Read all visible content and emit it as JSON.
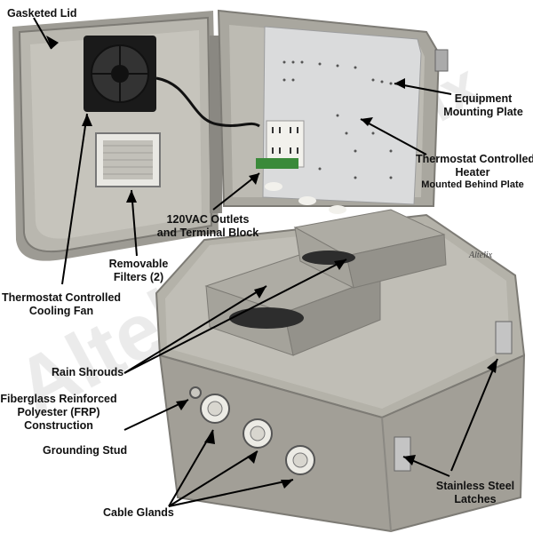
{
  "labels": {
    "gasketed_lid": "Gasketed Lid",
    "equipment_mounting_plate": [
      "Equipment",
      "Mounting Plate"
    ],
    "thermostat_heater": [
      "Thermostat Controlled",
      "Heater"
    ],
    "heater_note": "Mounted Behind Plate",
    "outlets": [
      "120VAC Outlets",
      "and Terminal Block"
    ],
    "filters": [
      "Removable",
      "Filters (2)"
    ],
    "cooling_fan": [
      "Thermostat Controlled",
      "Cooling Fan"
    ],
    "rain_shrouds": "Rain Shrouds",
    "frp": [
      "Fiberglass Reinforced",
      "Polyester (FRP)",
      "Construction"
    ],
    "grounding_stud": "Grounding Stud",
    "cable_glands": "Cable Glands",
    "latches": [
      "Stainless Steel",
      "Latches"
    ]
  },
  "logo_text": "Altelix",
  "watermark_text": "Altelix",
  "colors": {
    "enclosure": "#b4b2a9",
    "enclosure_dark": "#8f8d86",
    "plate": "#d9dadb",
    "fan": "#1a1a1a",
    "outlet": "#f2f1ec"
  }
}
